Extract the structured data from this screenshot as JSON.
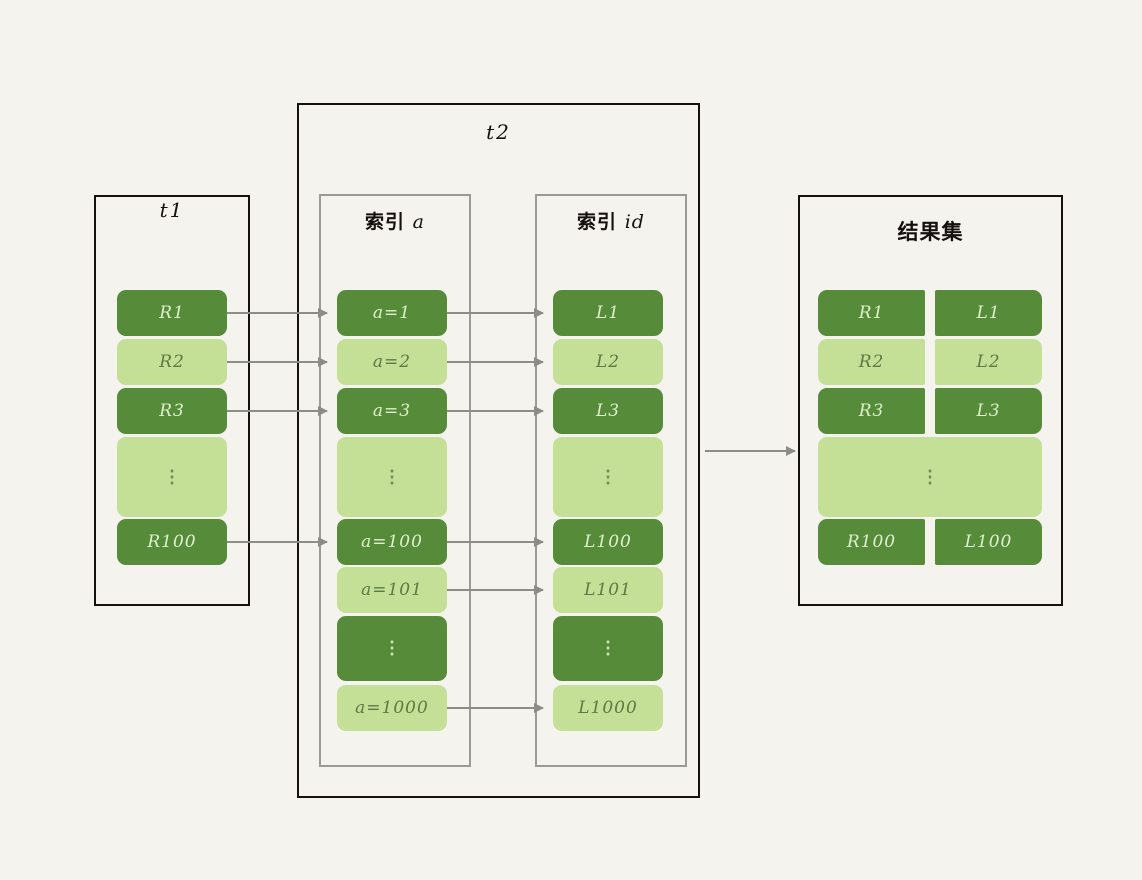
{
  "diagram": {
    "background_color": "#f5f3ee",
    "dark_green": "#558b39",
    "light_green": "#c3e096",
    "arrow_color": "#8d8d87",
    "outer_border_color": "#14110f",
    "inner_border_color": "#9b9b93"
  },
  "t1": {
    "title": "t1",
    "rows": [
      {
        "label": "R1",
        "shade": "dark",
        "ellipsis": false
      },
      {
        "label": "R2",
        "shade": "light",
        "ellipsis": false
      },
      {
        "label": "R3",
        "shade": "dark",
        "ellipsis": false
      },
      {
        "label": "",
        "shade": "light",
        "ellipsis": true
      },
      {
        "label": "R100",
        "shade": "dark",
        "ellipsis": false
      }
    ]
  },
  "t2": {
    "title": "t2",
    "index_a": {
      "title_cjk": "索引",
      "title_lat": "a",
      "rows": [
        {
          "label": "a=1",
          "shade": "dark",
          "ellipsis": false
        },
        {
          "label": "a=2",
          "shade": "light",
          "ellipsis": false
        },
        {
          "label": "a=3",
          "shade": "dark",
          "ellipsis": false
        },
        {
          "label": "",
          "shade": "light",
          "ellipsis": true
        },
        {
          "label": "a=100",
          "shade": "dark",
          "ellipsis": false
        },
        {
          "label": "a=101",
          "shade": "light",
          "ellipsis": false
        },
        {
          "label": "",
          "shade": "dark",
          "ellipsis": true
        },
        {
          "label": "a=1000",
          "shade": "light",
          "ellipsis": false
        }
      ]
    },
    "index_id": {
      "title_cjk": "索引",
      "title_lat": "id",
      "rows": [
        {
          "label": "L1",
          "shade": "dark",
          "ellipsis": false
        },
        {
          "label": "L2",
          "shade": "light",
          "ellipsis": false
        },
        {
          "label": "L3",
          "shade": "dark",
          "ellipsis": false
        },
        {
          "label": "",
          "shade": "light",
          "ellipsis": true
        },
        {
          "label": "L100",
          "shade": "dark",
          "ellipsis": false
        },
        {
          "label": "L101",
          "shade": "light",
          "ellipsis": false
        },
        {
          "label": "",
          "shade": "dark",
          "ellipsis": true
        },
        {
          "label": "L1000",
          "shade": "light",
          "ellipsis": false
        }
      ]
    }
  },
  "result_set": {
    "title": "结果集",
    "rows": [
      {
        "left": "R1",
        "right": "L1",
        "shade": "dark",
        "ellipsis": false
      },
      {
        "left": "R2",
        "right": "L2",
        "shade": "light",
        "ellipsis": false
      },
      {
        "left": "R3",
        "right": "L3",
        "shade": "dark",
        "ellipsis": false
      },
      {
        "left": "",
        "right": "",
        "shade": "light",
        "ellipsis": true
      },
      {
        "left": "R100",
        "right": "L100",
        "shade": "dark",
        "ellipsis": false
      }
    ]
  },
  "arrows": {
    "t1_to_index_a": [
      {
        "from_row": "R1",
        "to_row": "a=1"
      },
      {
        "from_row": "R2",
        "to_row": "a=2"
      },
      {
        "from_row": "R3",
        "to_row": "a=3"
      },
      {
        "from_row": "R100",
        "to_row": "a=100"
      }
    ],
    "index_a_to_index_id": [
      {
        "from_row": "a=1",
        "to_row": "L1"
      },
      {
        "from_row": "a=2",
        "to_row": "L2"
      },
      {
        "from_row": "a=3",
        "to_row": "L3"
      },
      {
        "from_row": "a=100",
        "to_row": "L100"
      },
      {
        "from_row": "a=101",
        "to_row": "L101"
      },
      {
        "from_row": "a=1000",
        "to_row": "L1000"
      }
    ],
    "t2_to_result_set": [
      {
        "from": "t2",
        "to": "结果集"
      }
    ]
  }
}
